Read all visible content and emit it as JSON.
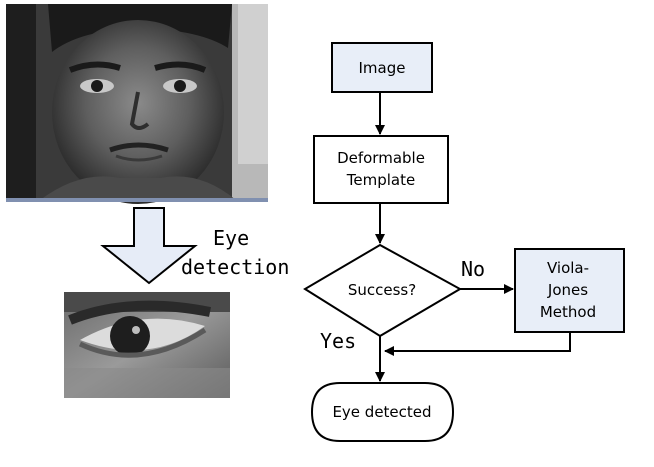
{
  "diagram": {
    "left_panel": {
      "face_photo": {
        "alt": "face"
      },
      "eye_photo": {
        "alt": "eye"
      },
      "arrow_caption_line1": "Eye",
      "arrow_caption_line2": "detection"
    },
    "flowchart": {
      "image_box": "Image",
      "template_box_line1": "Deformable",
      "template_box_line2": "Template",
      "decision": "Success?",
      "no_label": "No",
      "yes_label": "Yes",
      "viola_jones_line1": "Viola-",
      "viola_jones_line2": "Jones",
      "viola_jones_line3": "Method",
      "terminal": "Eye detected"
    },
    "colors": {
      "box_fill": "#E8EEF8",
      "arrow_fill": "#E6ECF7",
      "stroke": "#000000"
    }
  }
}
